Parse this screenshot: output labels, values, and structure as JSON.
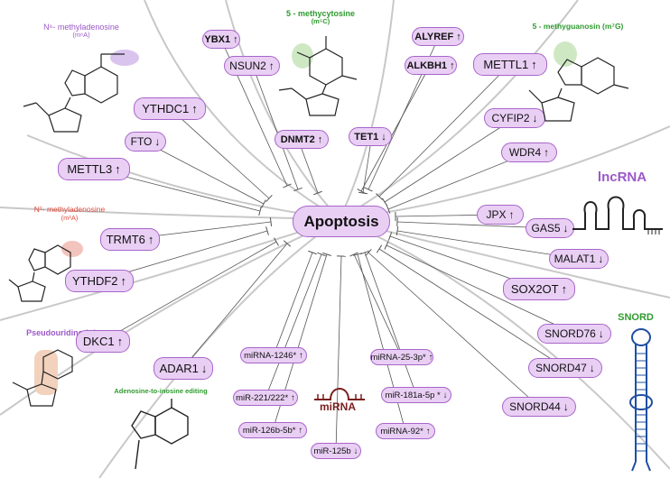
{
  "hub": {
    "label": "Apoptosis"
  },
  "modifications": {
    "m6a": {
      "name": "N⁶- methyladenosine",
      "abbr": "(m⁶A)",
      "color": "#9b59c8"
    },
    "m5c": {
      "name": "5 - methycytosine",
      "abbr": "(m⁵C)",
      "color": "#2e9b2e"
    },
    "m7g": {
      "name": "5 - methyguanosin (m⁷G)",
      "color": "#2e9b2e"
    },
    "m1a": {
      "name": "N¹- methyladenosine",
      "abbr": "(m¹A)",
      "color": "#e04a3a"
    },
    "psi": {
      "name": "Pseudouridine (ψ)",
      "color": "#9b59c8"
    },
    "a_to_i": {
      "name": "Adenosine-to-inosine editing",
      "color": "#2e9b2e"
    }
  },
  "categories": {
    "lncrna": {
      "label": "lncRNA",
      "color": "#9b59c8"
    },
    "snord": {
      "label": "SNORD",
      "color": "#2e9b2e"
    },
    "mirna": {
      "label": "miRNA",
      "color": "#7a1e1e"
    }
  },
  "nodes": [
    {
      "id": "ybx1",
      "label": "YBX1",
      "arrow": "↑"
    },
    {
      "id": "nsun2",
      "label": "NSUN2",
      "arrow": "↑"
    },
    {
      "id": "alyref",
      "label": "ALYREF",
      "arrow": "↑"
    },
    {
      "id": "alkbh1",
      "label": "ALKBH1",
      "arrow": "↑"
    },
    {
      "id": "dnmt2",
      "label": "DNMT2",
      "arrow": "↑"
    },
    {
      "id": "tet1",
      "label": "TET1",
      "arrow": "↓"
    },
    {
      "id": "ythdc1",
      "label": "YTHDC1",
      "arrow": "↑"
    },
    {
      "id": "fto",
      "label": "FTO",
      "arrow": "↓"
    },
    {
      "id": "mettl3",
      "label": "METTL3",
      "arrow": "↑"
    },
    {
      "id": "mettl1",
      "label": "METTL1",
      "arrow": "↑"
    },
    {
      "id": "cyfip2",
      "label": "CYFIP2",
      "arrow": "↓"
    },
    {
      "id": "wdr4",
      "label": "WDR4",
      "arrow": "↑"
    },
    {
      "id": "trmt6",
      "label": "TRMT6",
      "arrow": "↑"
    },
    {
      "id": "ythdf2",
      "label": "YTHDF2",
      "arrow": "↑"
    },
    {
      "id": "jpx",
      "label": "JPX",
      "arrow": "↑"
    },
    {
      "id": "gas5",
      "label": "GAS5",
      "arrow": "↓"
    },
    {
      "id": "malat1",
      "label": "MALAT1",
      "arrow": "↓"
    },
    {
      "id": "sox2ot",
      "label": "SOX2OT",
      "arrow": "↑"
    },
    {
      "id": "dkc1",
      "label": "DKC1",
      "arrow": "↑"
    },
    {
      "id": "adar1",
      "label": "ADAR1",
      "arrow": "↓"
    },
    {
      "id": "snord76",
      "label": "SNORD76",
      "arrow": "↓"
    },
    {
      "id": "snord47",
      "label": "SNORD47",
      "arrow": "↓"
    },
    {
      "id": "snord44",
      "label": "SNORD44",
      "arrow": "↓"
    },
    {
      "id": "mir1246",
      "label": "miRNA-1246*",
      "arrow": "↑"
    },
    {
      "id": "mir25",
      "label": "miRNA-25-3p*",
      "arrow": "↑"
    },
    {
      "id": "mir221",
      "label": "miR-221/222*",
      "arrow": "↑"
    },
    {
      "id": "mir181",
      "label": "miR-181a-5p *",
      "arrow": "↓"
    },
    {
      "id": "mir126",
      "label": "miR-126b-5b*",
      "arrow": "↑"
    },
    {
      "id": "mir92",
      "label": "miRNA-92*",
      "arrow": "↑"
    },
    {
      "id": "mir125",
      "label": "miR-125b",
      "arrow": "↓"
    }
  ]
}
